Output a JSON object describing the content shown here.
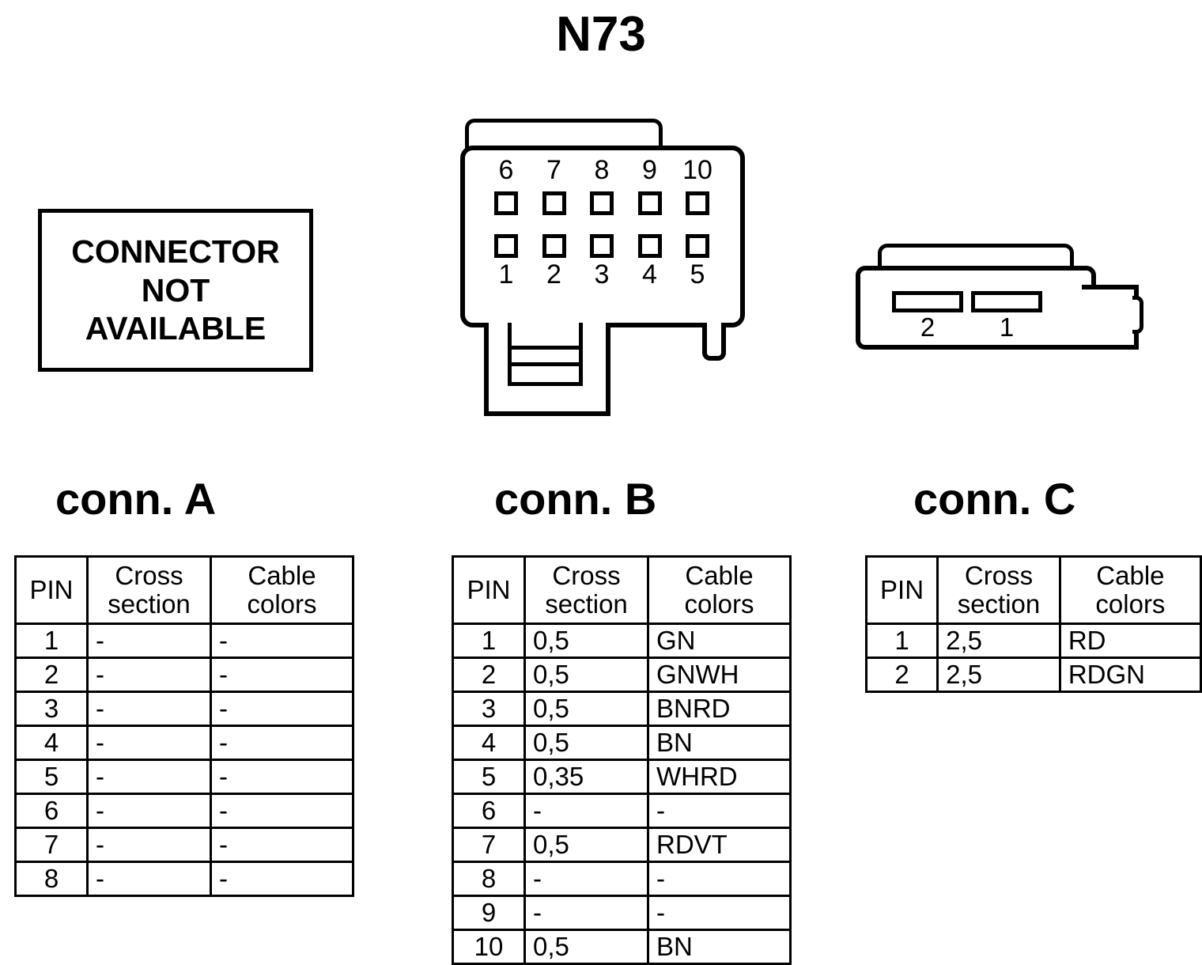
{
  "page": {
    "title": "N73"
  },
  "connector_a": {
    "notice_lines": [
      "CONNECTOR",
      "NOT",
      "AVAILABLE"
    ],
    "heading": "conn. A"
  },
  "connector_b": {
    "heading": "conn. B",
    "pins_top": [
      "6",
      "7",
      "8",
      "9",
      "10"
    ],
    "pins_bottom": [
      "1",
      "2",
      "3",
      "4",
      "5"
    ]
  },
  "connector_c": {
    "heading": "conn. C",
    "slot_labels": [
      "2",
      "1"
    ]
  },
  "table_headers": {
    "pin": "PIN",
    "cross_line1": "Cross",
    "cross_line2": "section",
    "color_line1": "Cable",
    "color_line2": "colors"
  },
  "tables": {
    "conn_a": {
      "columns": [
        "PIN",
        "Cross section",
        "Cable colors"
      ],
      "rows": [
        {
          "pin": "1",
          "cross_section": "-",
          "cable_colors": "-"
        },
        {
          "pin": "2",
          "cross_section": "-",
          "cable_colors": "-"
        },
        {
          "pin": "3",
          "cross_section": "-",
          "cable_colors": "-"
        },
        {
          "pin": "4",
          "cross_section": "-",
          "cable_colors": "-"
        },
        {
          "pin": "5",
          "cross_section": "-",
          "cable_colors": "-"
        },
        {
          "pin": "6",
          "cross_section": "-",
          "cable_colors": "-"
        },
        {
          "pin": "7",
          "cross_section": "-",
          "cable_colors": "-"
        },
        {
          "pin": "8",
          "cross_section": "-",
          "cable_colors": "-"
        }
      ]
    },
    "conn_b": {
      "columns": [
        "PIN",
        "Cross section",
        "Cable colors"
      ],
      "rows": [
        {
          "pin": "1",
          "cross_section": "0,5",
          "cable_colors": "GN"
        },
        {
          "pin": "2",
          "cross_section": "0,5",
          "cable_colors": "GNWH"
        },
        {
          "pin": "3",
          "cross_section": "0,5",
          "cable_colors": "BNRD"
        },
        {
          "pin": "4",
          "cross_section": "0,5",
          "cable_colors": "BN"
        },
        {
          "pin": "5",
          "cross_section": "0,35",
          "cable_colors": "WHRD"
        },
        {
          "pin": "6",
          "cross_section": "-",
          "cable_colors": "-"
        },
        {
          "pin": "7",
          "cross_section": "0,5",
          "cable_colors": "RDVT"
        },
        {
          "pin": "8",
          "cross_section": "-",
          "cable_colors": "-"
        },
        {
          "pin": "9",
          "cross_section": "-",
          "cable_colors": "-"
        },
        {
          "pin": "10",
          "cross_section": "0,5",
          "cable_colors": "BN"
        }
      ]
    },
    "conn_c": {
      "columns": [
        "PIN",
        "Cross section",
        "Cable colors"
      ],
      "rows": [
        {
          "pin": "1",
          "cross_section": "2,5",
          "cable_colors": "RD"
        },
        {
          "pin": "2",
          "cross_section": "2,5",
          "cable_colors": "RDGN"
        }
      ]
    }
  },
  "colors": {
    "ink": "#000000",
    "paper": "#ffffff"
  }
}
